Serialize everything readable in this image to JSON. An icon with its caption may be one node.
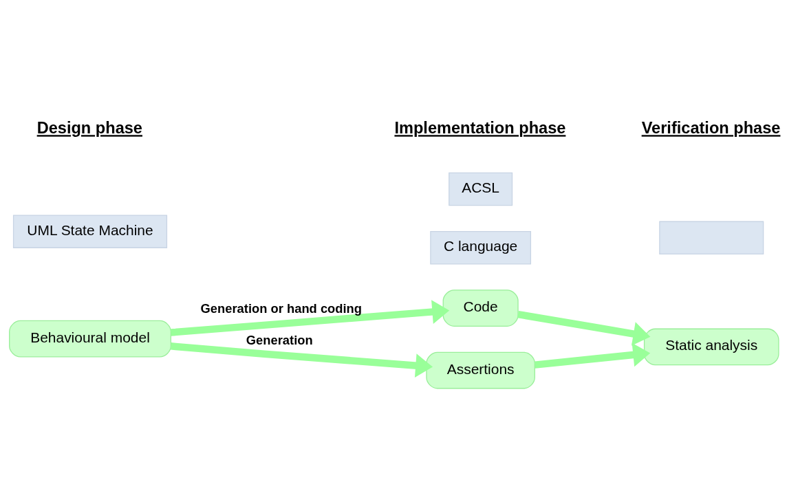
{
  "diagram": {
    "nodes": [
      {
        "text": [
          "Behavioural model"
        ]
      },
      {
        "text": [
          "UML State Machine"
        ]
      },
      {
        "text": [
          "C language"
        ]
      },
      {
        "text": [
          "Code"
        ]
      },
      {
        "text": [
          "Static analysis"
        ]
      },
      {
        "text": [],
        "shape": "box"
      },
      {
        "text": [
          "Assertions"
        ]
      },
      {
        "text": [
          "ACSL"
        ]
      }
    ],
    "edges": [
      {
        "from": 0,
        "to": 3,
        "arrow": "to",
        "label": "Generation or hand coding"
      },
      {
        "from": 3,
        "to": 4,
        "arrow": "to"
      },
      {
        "from": 0,
        "to": 6,
        "arrow": "to",
        "label": "Generation"
      },
      {
        "from": 6,
        "to": 4,
        "arrow": "to"
      }
    ],
    "labels": [
      "Design phase",
      "Implementation phase",
      "Verification phase"
    ]
  }
}
